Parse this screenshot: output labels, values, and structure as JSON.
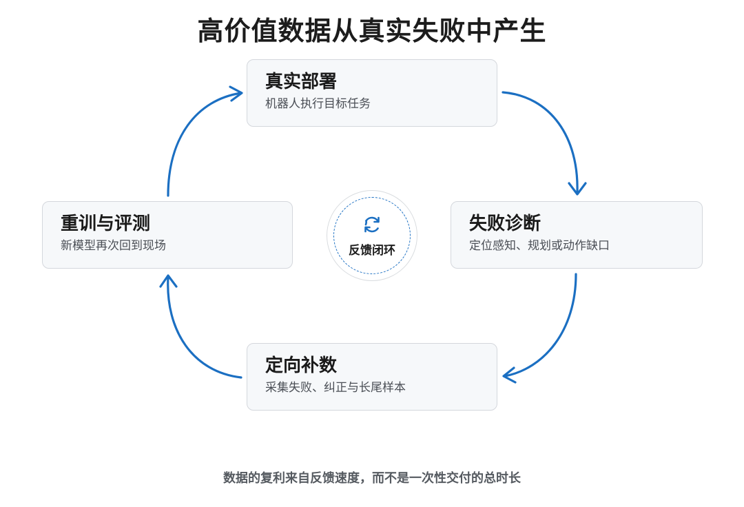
{
  "title": "高价值数据从真实失败中产生",
  "steps": [
    {
      "title": "真实部署",
      "subtitle": "机器人执行目标任务"
    },
    {
      "title": "失败诊断",
      "subtitle": "定位感知、规划或动作缺口"
    },
    {
      "title": "定向补数",
      "subtitle": "采集失败、纠正与长尾样本"
    },
    {
      "title": "重训与评测",
      "subtitle": "新模型再次回到现场"
    }
  ],
  "hub": {
    "label": "反馈闭环",
    "icon": "refresh-icon"
  },
  "footer": "数据的复利来自反馈速度，而不是一次性交付的总时长",
  "colors": {
    "arrow": "#1b6fc2",
    "card_bg": "#f6f8fa",
    "card_border": "#d4d7dc",
    "text": "#1c1c1c"
  }
}
